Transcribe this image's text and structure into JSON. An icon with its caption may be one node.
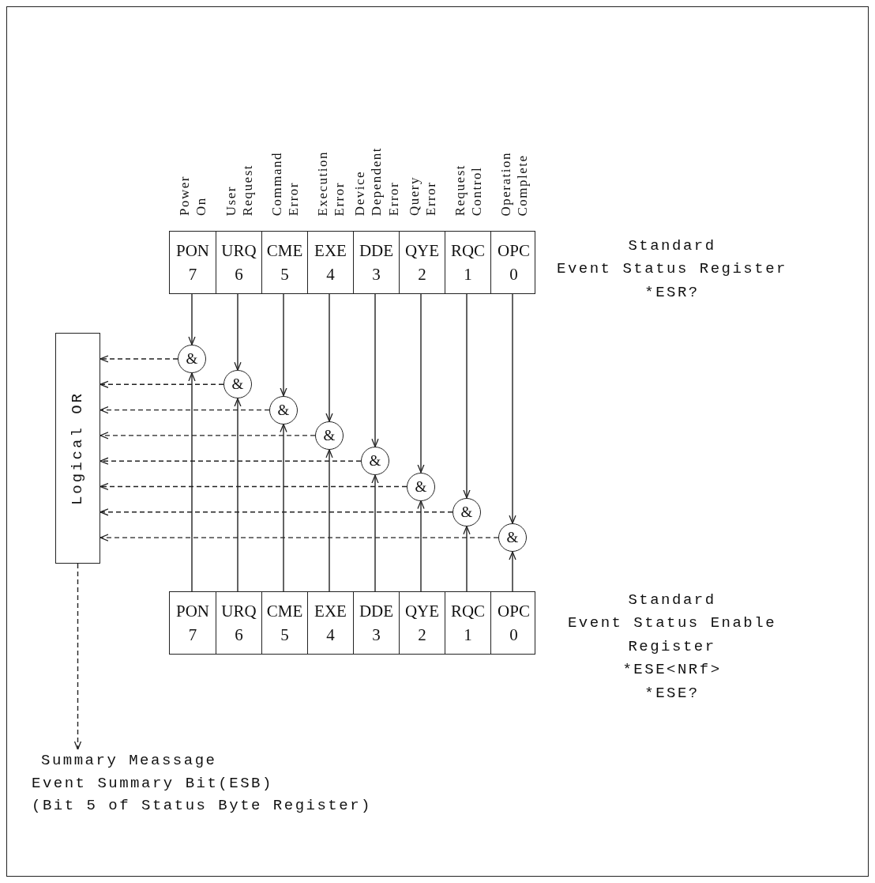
{
  "diagram": {
    "nodes": [
      {
        "text": [
          "Standard",
          "Event Status Register",
          "*ESR?"
        ]
      },
      {
        "text": [
          "PON",
          "7"
        ],
        "in": 0,
        "beside": [
          "Power On"
        ]
      },
      {
        "text": [
          "URQ",
          "6"
        ],
        "in": 0,
        "beside": [
          "User Request"
        ]
      },
      {
        "text": [
          "CME",
          "5"
        ],
        "in": 0,
        "beside": [
          "Command Error"
        ]
      },
      {
        "text": [
          "EXE",
          "4"
        ],
        "in": 0,
        "beside": [
          "Execution Error"
        ]
      },
      {
        "text": [
          "DDE",
          "3"
        ],
        "in": 0,
        "beside": [
          "Device Dependent Error"
        ]
      },
      {
        "text": [
          "QYE",
          "2"
        ],
        "in": 0,
        "beside": [
          "Query Error"
        ]
      },
      {
        "text": [
          "RQC",
          "1"
        ],
        "in": 0,
        "beside": [
          "Request Control"
        ]
      },
      {
        "text": [
          "OPC",
          "0"
        ],
        "in": 0,
        "beside": [
          "Operation Complete"
        ]
      },
      {
        "text": [
          "Logical OR"
        ]
      },
      {
        "text": [
          "&"
        ]
      },
      {
        "text": [
          "&"
        ]
      },
      {
        "text": [
          "&"
        ]
      },
      {
        "text": [
          "&"
        ]
      },
      {
        "text": [
          "&"
        ]
      },
      {
        "text": [
          "&"
        ]
      },
      {
        "text": [
          "&"
        ]
      },
      {
        "text": [
          "&"
        ]
      },
      {
        "text": [
          "Standard",
          "Event Status Enable Register",
          "*ESE<NRf>",
          "*ESE?"
        ]
      },
      {
        "text": [
          "PON",
          "7"
        ],
        "in": 18
      },
      {
        "text": [
          "URQ",
          "6"
        ],
        "in": 18
      },
      {
        "text": [
          "CME",
          "5"
        ],
        "in": 18
      },
      {
        "text": [
          "EXE",
          "4"
        ],
        "in": 18
      },
      {
        "text": [
          "DDE",
          "3"
        ],
        "in": 18
      },
      {
        "text": [
          "QYE",
          "2"
        ],
        "in": 18
      },
      {
        "text": [
          "RQC",
          "1"
        ],
        "in": 18
      },
      {
        "text": [
          "OPC",
          "0"
        ],
        "in": 18
      },
      {
        "text": [
          "Summary Meassage",
          "Event Summary Bit(ESB)",
          "(Bit 5 of Status Byte Register)"
        ]
      }
    ],
    "edges": [
      {
        "from": 1,
        "to": 10,
        "arrow": "to"
      },
      {
        "from": 2,
        "to": 11,
        "arrow": "to"
      },
      {
        "from": 3,
        "to": 12,
        "arrow": "to"
      },
      {
        "from": 4,
        "to": 13,
        "arrow": "to"
      },
      {
        "from": 5,
        "to": 14,
        "arrow": "to"
      },
      {
        "from": 6,
        "to": 15,
        "arrow": "to"
      },
      {
        "from": 7,
        "to": 16,
        "arrow": "to"
      },
      {
        "from": 8,
        "to": 17,
        "arrow": "to"
      },
      {
        "from": 19,
        "to": 10,
        "arrow": "to"
      },
      {
        "from": 20,
        "to": 11,
        "arrow": "to"
      },
      {
        "from": 21,
        "to": 12,
        "arrow": "to"
      },
      {
        "from": 22,
        "to": 13,
        "arrow": "to"
      },
      {
        "from": 23,
        "to": 14,
        "arrow": "to"
      },
      {
        "from": 24,
        "to": 15,
        "arrow": "to"
      },
      {
        "from": 25,
        "to": 16,
        "arrow": "to"
      },
      {
        "from": 26,
        "to": 17,
        "arrow": "to"
      },
      {
        "from": 10,
        "to": 9,
        "arrow": "to",
        "style": "dashed"
      },
      {
        "from": 11,
        "to": 9,
        "arrow": "to",
        "style": "dashed"
      },
      {
        "from": 12,
        "to": 9,
        "arrow": "to",
        "style": "dashed"
      },
      {
        "from": 13,
        "to": 9,
        "arrow": "to",
        "style": "dashed"
      },
      {
        "from": 14,
        "to": 9,
        "arrow": "to",
        "style": "dashed"
      },
      {
        "from": 15,
        "to": 9,
        "arrow": "to",
        "style": "dashed"
      },
      {
        "from": 16,
        "to": 9,
        "arrow": "to",
        "style": "dashed"
      },
      {
        "from": 17,
        "to": 9,
        "arrow": "to",
        "style": "dashed"
      },
      {
        "from": 9,
        "to": 27,
        "arrow": "to",
        "style": "dashed"
      }
    ]
  }
}
